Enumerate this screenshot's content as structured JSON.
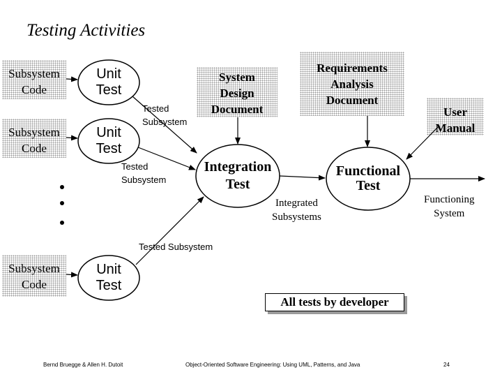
{
  "title": "Testing Activities",
  "subsystem_code": [
    "Subsystem",
    "Code"
  ],
  "unit_test": [
    "Unit",
    "Test"
  ],
  "system_design_document": [
    "System",
    "Design",
    "Document"
  ],
  "requirements_analysis_document": [
    "Requirements",
    "Analysis",
    "Document"
  ],
  "user_manual": [
    "User",
    "Manual"
  ],
  "integration_test": [
    "Integration",
    "Test"
  ],
  "functional_test": [
    "Functional",
    "Test"
  ],
  "tested_subsystem_split": [
    "Tested",
    "Subsystem"
  ],
  "tested_subsystem": "Tested Subsystem",
  "integrated_subsystems": [
    "Integrated",
    "Subsystems"
  ],
  "functioning_system": [
    "Functioning",
    "System"
  ],
  "all_tests_by_developer": "All tests by developer",
  "footer": {
    "left": "Bernd Bruegge & Allen H. Dutoit",
    "center": "Object-Oriented Software Engineering: Using UML, Patterns, and Java",
    "page": "24"
  }
}
